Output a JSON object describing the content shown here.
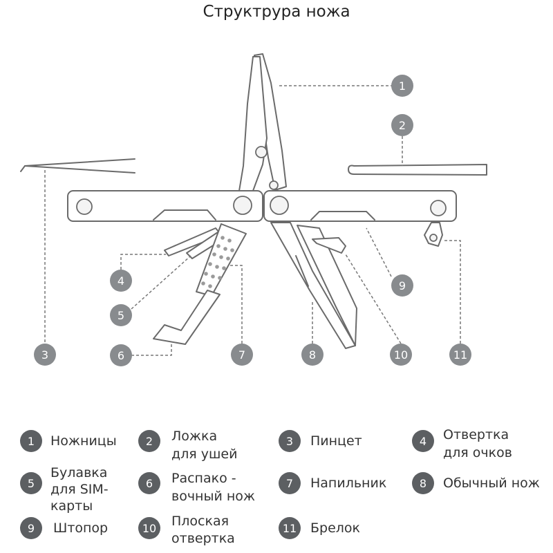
{
  "title": "Структрура ножа",
  "callouts": {
    "c1": "1",
    "c2": "2",
    "c3": "3",
    "c4": "4",
    "c5": "5",
    "c6": "6",
    "c7": "7",
    "c8": "8",
    "c9": "9",
    "c10": "10",
    "c11": "11"
  },
  "legend": [
    {
      "num": "1",
      "label": "Ножницы"
    },
    {
      "num": "2",
      "label": "Ложка\nдля ушей"
    },
    {
      "num": "3",
      "label": "Пинцет"
    },
    {
      "num": "4",
      "label": "Отвертка\nдля очков"
    },
    {
      "num": "5",
      "label": "Булавка\nдля SIM-\nкарты"
    },
    {
      "num": "6",
      "label": "Распако -\nвочный нож"
    },
    {
      "num": "7",
      "label": "Напильник"
    },
    {
      "num": "8",
      "label": "Обычный нож"
    },
    {
      "num": "9",
      "label": "Штопор"
    },
    {
      "num": "10",
      "label": "Плоская\nотвертка"
    },
    {
      "num": "11",
      "label": "Брелок"
    }
  ],
  "colors": {
    "callout": "#888b8e",
    "legend_badge": "#5c5f62",
    "outline": "#6a6a6a"
  }
}
